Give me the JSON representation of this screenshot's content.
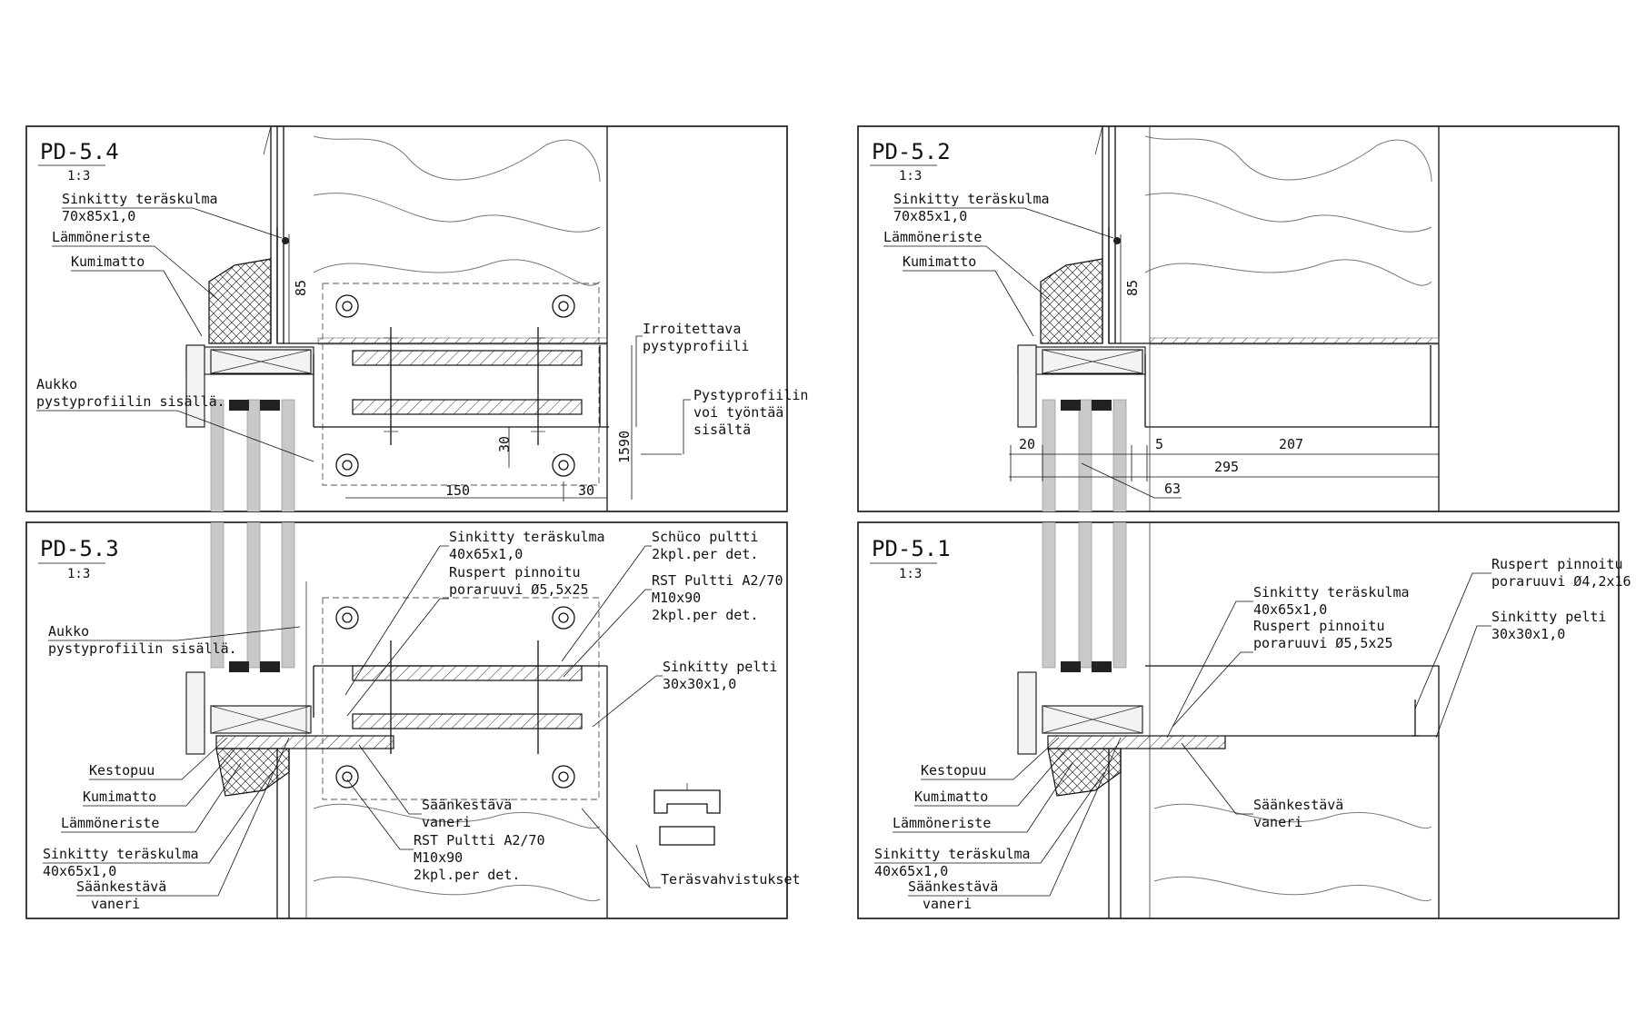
{
  "details": [
    {
      "id": "PD-5.4",
      "scale": "1:3",
      "labels": {
        "corner": "Sinkitty teräskulma",
        "corner_size": "70x85x1,0",
        "insulation": "Lämmöneriste",
        "rubber": "Kumimatto",
        "opening_1": "Aukko",
        "opening_2": "pystyprofiilin sisällä.",
        "removable_1": "Irroitettava",
        "removable_2": "pystyprofiili",
        "push_1": "Pystyprofiilin",
        "push_2": "voi työntää",
        "push_3": "sisältä"
      },
      "dimensions": {
        "d85": "85",
        "d30v": "30",
        "d1590": "1590",
        "d150": "150",
        "d30h": "30"
      }
    },
    {
      "id": "PD-5.2",
      "scale": "1:3",
      "labels": {
        "corner": "Sinkitty teräskulma",
        "corner_size": "70x85x1,0",
        "insulation": "Lämmöneriste",
        "rubber": "Kumimatto"
      },
      "dimensions": {
        "d85": "85",
        "d20": "20",
        "d5": "5",
        "d207": "207",
        "d295": "295",
        "d63": "63"
      }
    },
    {
      "id": "PD-5.3",
      "scale": "1:3",
      "labels": {
        "corner_top": "Sinkitty teräskulma",
        "corner_top_size": "40x65x1,0",
        "screw_1": "Ruspert pinnoitu",
        "screw_2": "poraruuvi Ø5,5x25",
        "opening_1": "Aukko",
        "opening_2": "pystyprofiilin sisällä.",
        "schuco_1": "Schüco pultti",
        "schuco_2": "2kpl.per det.",
        "rst_1": "RST Pultti A2/70",
        "rst_2": "M10x90",
        "rst_3": "2kpl.per det.",
        "sheet_1": "Sinkitty pelti",
        "sheet_2": "30x30x1,0",
        "kestopuu": "Kestopuu",
        "rubber": "Kumimatto",
        "insulation": "Lämmöneriste",
        "corner_bottom": "Sinkitty teräskulma",
        "corner_bottom_size": "40x65x1,0",
        "plywood_1": "Säänkestävä",
        "plywood_2": "vaneri",
        "plywood_mid_1": "Säänkestävä",
        "plywood_mid_2": "vaneri",
        "rst_b_1": "RST Pultti A2/70",
        "rst_b_2": "M10x90",
        "rst_b_3": "2kpl.per det.",
        "steel": "Teräsvahvistukset"
      }
    },
    {
      "id": "PD-5.1",
      "scale": "1:3",
      "labels": {
        "screw_r_1": "Ruspert pinnoitu",
        "screw_r_2": "poraruuvi Ø4,2x16",
        "sheet_1": "Sinkitty pelti",
        "sheet_2": "30x30x1,0",
        "corner_top": "Sinkitty teräskulma",
        "corner_top_size": "40x65x1,0",
        "screw_1": "Ruspert pinnoitu",
        "screw_2": "poraruuvi Ø5,5x25",
        "plywood_mid_1": "Säänkestävä",
        "plywood_mid_2": "vaneri",
        "kestopuu": "Kestopuu",
        "rubber": "Kumimatto",
        "insulation": "Lämmöneriste",
        "corner_bottom": "Sinkitty teräskulma",
        "corner_bottom_size": "40x65x1,0",
        "plywood_1": "Säänkestävä",
        "plywood_2": "vaneri"
      }
    }
  ]
}
